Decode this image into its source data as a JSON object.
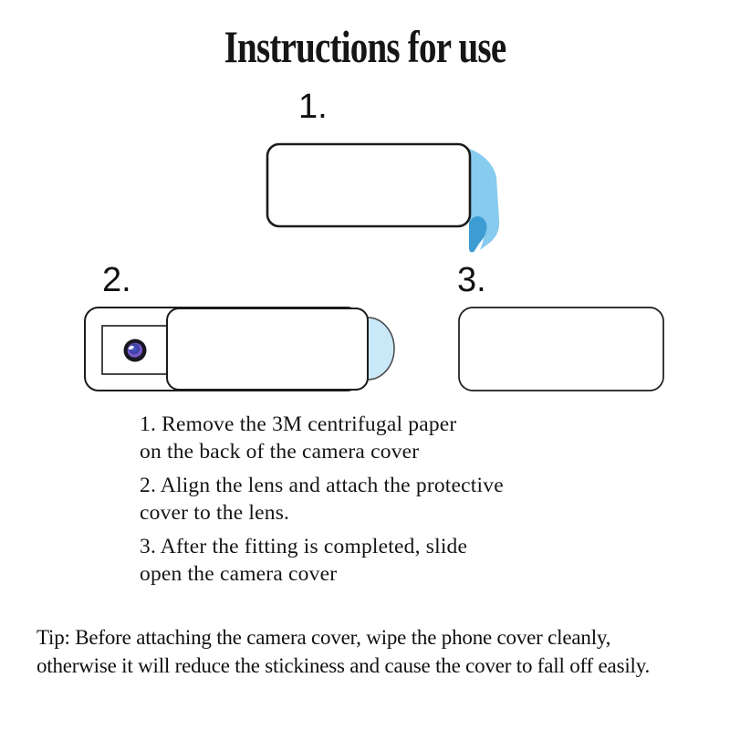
{
  "title": "Instructions for use",
  "steps": [
    {
      "label": "1."
    },
    {
      "label": "2."
    },
    {
      "label": "3."
    }
  ],
  "instructions": [
    "1. Remove the 3M centrifugal paper\non the back of the camera cover",
    "2. Align the lens and attach the protective\ncover to the lens.",
    "3. After the fitting is completed, slide\nopen the camera cover"
  ],
  "tip": "Tip: Before attaching the camera cover, wipe the phone cover cleanly,\notherwise it will reduce the stickiness and cause the cover to fall off easily.",
  "colors": {
    "background": "#ffffff",
    "text": "#151515",
    "outline": "#1b1b1b",
    "peel_light": "#87CBEE",
    "peel_dark": "#3D9CD1",
    "tab_fill": "#C9E9F9",
    "tab_outline": "#444444",
    "lens_ring": "#17171f",
    "lens_iris_blue": "#4a5ad0",
    "lens_iris_purple": "#8a63e0",
    "lens_highlight": "#ffffff",
    "shape_fill": "#ffffff"
  }
}
